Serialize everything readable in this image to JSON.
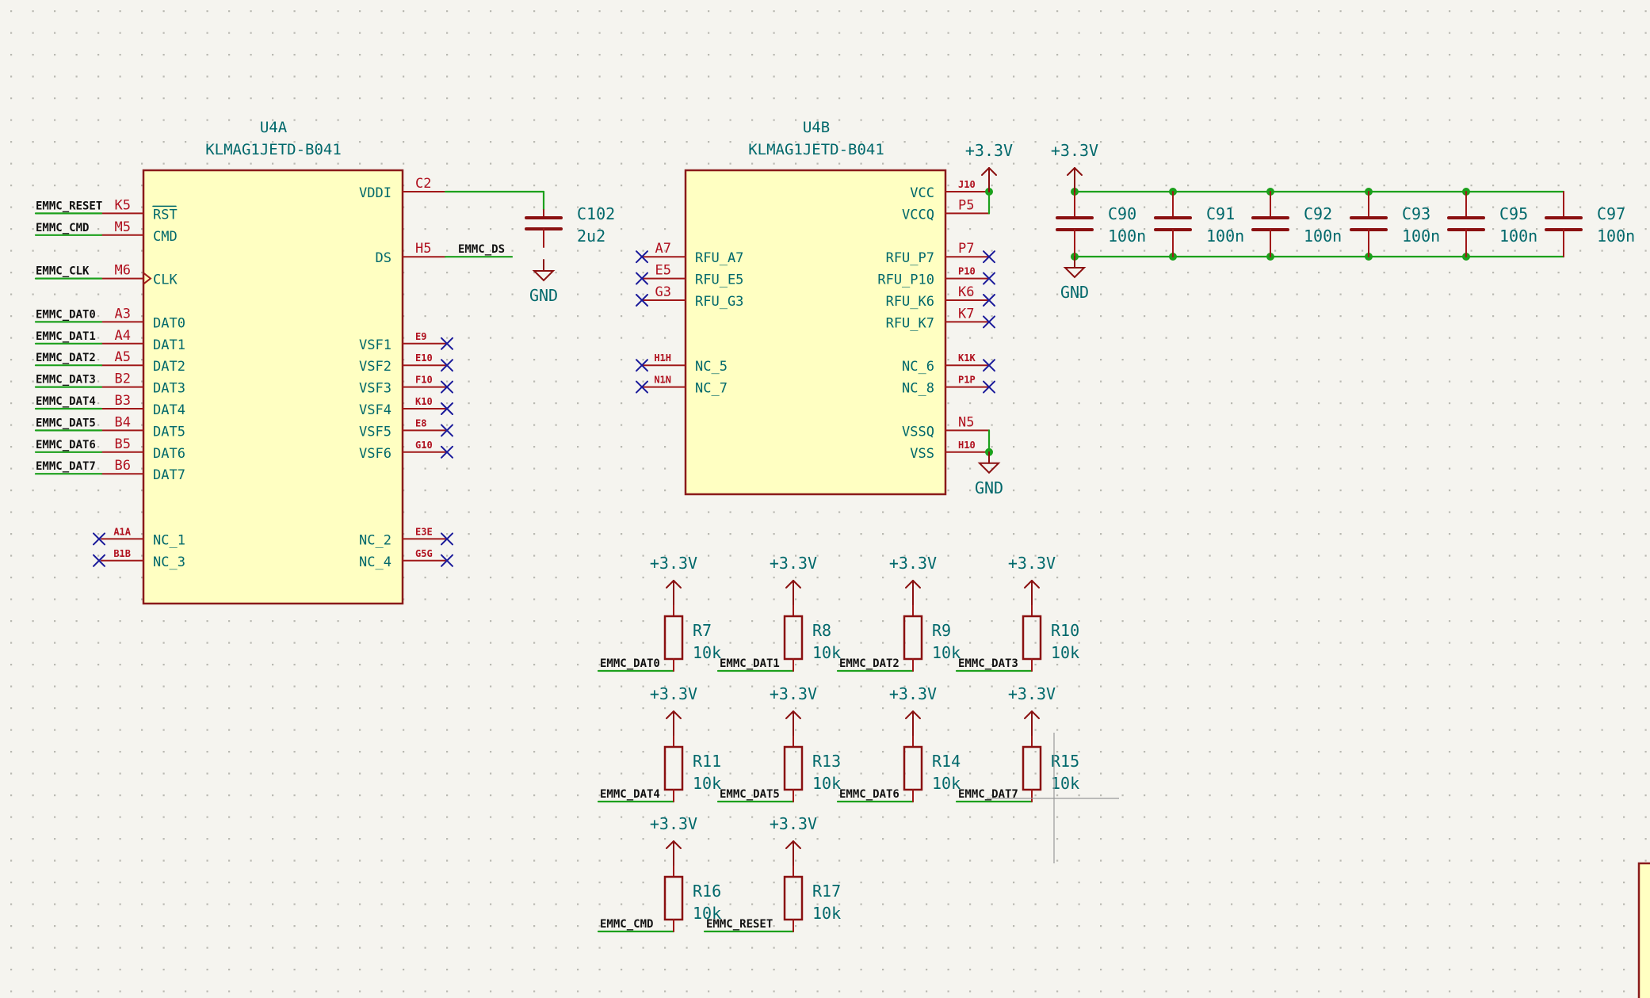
{
  "colors": {
    "background": "#f5f4ef",
    "grid": "#b9b9b2",
    "component_body": "#ffffc2",
    "component_outline": "#8a1a1a",
    "pin": "#a01818",
    "pin_number": "#b0101e",
    "ref_text": "#00686b",
    "pin_name": "#00686b",
    "wire": "#1ca01c",
    "junction": "#1ca01c",
    "net_label": "#111111",
    "no_connect": "#1a1a9a",
    "power": "#8a1010",
    "power_text": "#00686b",
    "cursor": "#888888"
  },
  "u4a": {
    "ref": "U4A",
    "value": "KLMAG1JETD-B041",
    "left_pins": [
      {
        "name": "RST",
        "number": "K5",
        "net": "EMMC_RESET",
        "overbar": true
      },
      {
        "name": "CMD",
        "number": "M5",
        "net": "EMMC_CMD"
      },
      {
        "name": "CLK",
        "number": "M6",
        "net": "EMMC_CLK",
        "clock": true
      },
      {
        "name": "DAT0",
        "number": "A3",
        "net": "EMMC_DAT0"
      },
      {
        "name": "DAT1",
        "number": "A4",
        "net": "EMMC_DAT1"
      },
      {
        "name": "DAT2",
        "number": "A5",
        "net": "EMMC_DAT2"
      },
      {
        "name": "DAT3",
        "number": "B2",
        "net": "EMMC_DAT3"
      },
      {
        "name": "DAT4",
        "number": "B3",
        "net": "EMMC_DAT4"
      },
      {
        "name": "DAT5",
        "number": "B4",
        "net": "EMMC_DAT5"
      },
      {
        "name": "DAT6",
        "number": "B5",
        "net": "EMMC_DAT6"
      },
      {
        "name": "DAT7",
        "number": "B6",
        "net": "EMMC_DAT7"
      },
      {
        "name": "NC_1",
        "number": "A1A",
        "nc": true
      },
      {
        "name": "NC_3",
        "number": "B1B",
        "nc": true
      }
    ],
    "right_pins": [
      {
        "name": "VDDI",
        "number": "C2"
      },
      {
        "name": "DS",
        "number": "H5",
        "net": "EMMC_DS"
      },
      {
        "name": "VSF1",
        "number": "E9",
        "nc": true
      },
      {
        "name": "VSF2",
        "number": "E10",
        "nc": true
      },
      {
        "name": "VSF3",
        "number": "F10",
        "nc": true
      },
      {
        "name": "VSF4",
        "number": "K10",
        "nc": true
      },
      {
        "name": "VSF5",
        "number": "E8",
        "nc": true
      },
      {
        "name": "VSF6",
        "number": "G10",
        "nc": true
      },
      {
        "name": "NC_2",
        "number": "E3E",
        "nc": true
      },
      {
        "name": "NC_4",
        "number": "G5G",
        "nc": true
      }
    ]
  },
  "u4b": {
    "ref": "U4B",
    "value": "KLMAG1JETD-B041",
    "left_pins": [
      {
        "name": "RFU_A7",
        "number": "A7",
        "nc": true
      },
      {
        "name": "RFU_E5",
        "number": "E5",
        "nc": true
      },
      {
        "name": "RFU_G3",
        "number": "G3",
        "nc": true
      },
      {
        "name": "NC_5",
        "number": "H1H",
        "nc": true
      },
      {
        "name": "NC_7",
        "number": "N1N",
        "nc": true
      }
    ],
    "right_pins": [
      {
        "name": "VCC",
        "number": "J10"
      },
      {
        "name": "VCCQ",
        "number": "P5"
      },
      {
        "name": "RFU_P7",
        "number": "P7",
        "nc": true
      },
      {
        "name": "RFU_P10",
        "number": "P10",
        "nc": true
      },
      {
        "name": "RFU_K6",
        "number": "K6",
        "nc": true
      },
      {
        "name": "RFU_K7",
        "number": "K7",
        "nc": true
      },
      {
        "name": "NC_6",
        "number": "K1K",
        "nc": true
      },
      {
        "name": "NC_8",
        "number": "P1P",
        "nc": true
      },
      {
        "name": "VSSQ",
        "number": "N5"
      },
      {
        "name": "VSS",
        "number": "H10"
      }
    ]
  },
  "c102": {
    "ref": "C102",
    "value": "2u2"
  },
  "decoupling_caps": [
    {
      "ref": "C90",
      "value": "100n"
    },
    {
      "ref": "C91",
      "value": "100n"
    },
    {
      "ref": "C92",
      "value": "100n"
    },
    {
      "ref": "C93",
      "value": "100n"
    },
    {
      "ref": "C95",
      "value": "100n"
    },
    {
      "ref": "C97",
      "value": "100n"
    }
  ],
  "pullups": [
    {
      "ref": "R7",
      "value": "10k",
      "net": "EMMC_DAT0"
    },
    {
      "ref": "R8",
      "value": "10k",
      "net": "EMMC_DAT1"
    },
    {
      "ref": "R9",
      "value": "10k",
      "net": "EMMC_DAT2"
    },
    {
      "ref": "R10",
      "value": "10k",
      "net": "EMMC_DAT3"
    },
    {
      "ref": "R11",
      "value": "10k",
      "net": "EMMC_DAT4"
    },
    {
      "ref": "R13",
      "value": "10k",
      "net": "EMMC_DAT5"
    },
    {
      "ref": "R14",
      "value": "10k",
      "net": "EMMC_DAT6"
    },
    {
      "ref": "R15",
      "value": "10k",
      "net": "EMMC_DAT7"
    },
    {
      "ref": "R16",
      "value": "10k",
      "net": "EMMC_CMD"
    },
    {
      "ref": "R17",
      "value": "10k",
      "net": "EMMC_RESET"
    }
  ],
  "power": {
    "supply": "+3.3V",
    "ground": "GND"
  }
}
